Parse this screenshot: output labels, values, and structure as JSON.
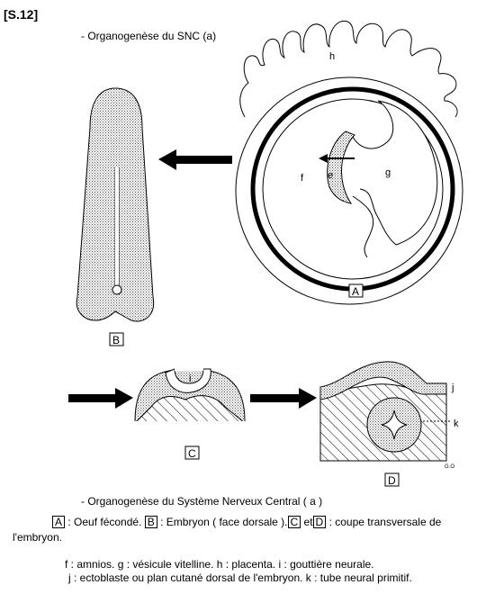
{
  "slide_id": "[S.12]",
  "top_title": "- Organogenèse du SNC (a)",
  "bottom_title": "- Organogenèse du Système Nerveux Central ( a )",
  "figure_labels": {
    "box_a": "A",
    "box_b": "B",
    "box_c": "C",
    "box_d": "D",
    "f": "f",
    "g": "g",
    "h": "h",
    "i": "i",
    "j": "j",
    "k": "k",
    "e": "e",
    "credit": "G.O"
  },
  "legend": {
    "line1": {
      "a_box": "A",
      "a_text": ": Oeuf fécondé.",
      "b_box": "B",
      "b_text": ": Embryon ( face dorsale ).",
      "c_box": "C",
      "et": "et",
      "d_box": "D",
      "d_text": ": coupe transversale de"
    },
    "line2": "l'embryon.",
    "line3": "f : amnios. g : vésicule vitelline. h : placenta. i : gouttière neurale.",
    "line4": "j : ectoblaste ou plan cutané dorsal de l'embryon. k : tube neural primitif."
  }
}
